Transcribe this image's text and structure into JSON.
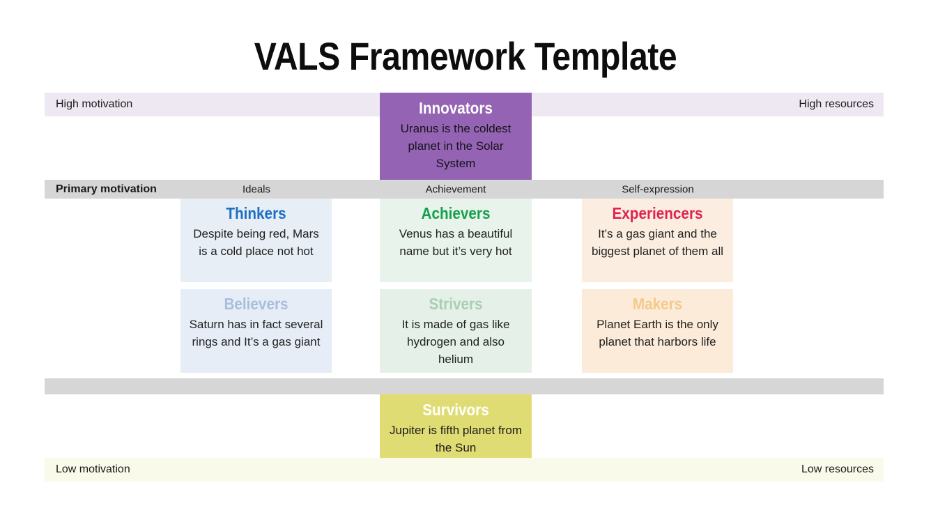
{
  "title": "VALS Framework Template",
  "axes": {
    "top": {
      "left_label": "High motivation",
      "right_label": "High resources",
      "background": "#EEE8F2"
    },
    "bottom": {
      "left_label": "Low motivation",
      "right_label": "Low resources",
      "background": "#FAFAEB"
    },
    "motivation_row": {
      "title": "Primary motivation",
      "columns": [
        "Ideals",
        "Achievement",
        "Self-expression"
      ],
      "background": "#D6D6D6"
    },
    "divider": {
      "background": "#D6D6D6"
    }
  },
  "segments": {
    "innovators": {
      "title": "Innovators",
      "body": "Uranus is the coldest planet in the Solar System",
      "accent": "#9463B4",
      "title_color": "#FFFFFF"
    },
    "thinkers": {
      "title": "Thinkers",
      "body": "Despite being red, Mars is a cold place not hot",
      "accent": "#E8EEF6",
      "title_color": "#1B6FC4"
    },
    "achievers": {
      "title": "Achievers",
      "body": "Venus has a beautiful name but it’s very hot",
      "accent": "#E7F3EB",
      "title_color": "#17A04C"
    },
    "experiencers": {
      "title": "Experiencers",
      "body": "It’s a gas giant and the biggest planet of them all",
      "accent": "#FBEEE0",
      "title_color": "#E0234E"
    },
    "believers": {
      "title": "Believers",
      "body": "Saturn has in fact several rings and It’s a gas giant",
      "accent": "#E6EDF7",
      "title_color": "#A8BEDB"
    },
    "strivers": {
      "title": "Strivers",
      "body": "It is made of gas like hydrogen and also helium",
      "accent": "#E5F1E8",
      "title_color": "#A9CEB5"
    },
    "makers": {
      "title": "Makers",
      "body": "Planet Earth is the only planet that harbors life",
      "accent": "#FBEBD8",
      "title_color": "#F5C98A"
    },
    "survivors": {
      "title": "Survivors",
      "body": "Jupiter is fifth planet from the Sun",
      "accent": "#E0DC74",
      "title_color": "#FFFFFF"
    }
  }
}
